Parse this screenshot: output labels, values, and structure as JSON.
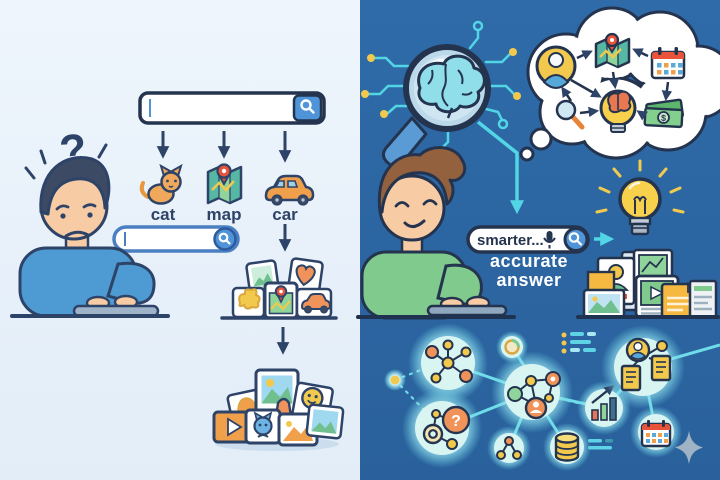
{
  "scene": {
    "left": {
      "background": "#e9f1fa",
      "style": "keyword-search-confusion",
      "confusion_mark": "?",
      "search_bar_top": {
        "value": "",
        "button_icon": "search-icon"
      },
      "keywords": [
        {
          "label": "cat",
          "icon": "cat-icon"
        },
        {
          "label": "map",
          "icon": "map-icon"
        },
        {
          "label": "car",
          "icon": "car-icon"
        }
      ],
      "search_bar_bottom": {
        "value": "",
        "button_icon": "search-icon"
      },
      "result_cards": [
        "puzzle-card",
        "photo-card",
        "heart-card",
        "map-pin-card",
        "car-card"
      ],
      "result_pile": [
        "video-card",
        "cat-card",
        "mountain-photo-card",
        "smiley-card",
        "blob-card",
        "thumbnail-card"
      ]
    },
    "right": {
      "background": "#2d68a5",
      "style": "ai-semantic-search",
      "search_bar": {
        "value": "smarter...",
        "mic_icon": "microphone-icon",
        "button_icon": "search-icon"
      },
      "result_label_line1": "accurate",
      "result_label_line2": "answer",
      "thought_bubble_icons": [
        "user-icon",
        "map-icon",
        "calendar-icon",
        "magnifier-icon",
        "idea-brain-bulb-icon",
        "money-icon"
      ],
      "money_symbol": "$",
      "graph_question_mark": "?",
      "knowledge_graph_icons": [
        "network-cluster-icon",
        "question-node-icon",
        "user-network-icon",
        "bar-chart-icon",
        "user-documents-icon",
        "database-icon",
        "calendar-icon",
        "list-icon",
        "sparkle-icon"
      ],
      "header_icons": [
        "brain-magnifier-icon",
        "circuit-icon"
      ],
      "side_icons": [
        "lightbulb-icon",
        "documents-stack-icon"
      ]
    }
  },
  "colors": {
    "outline_navy": "#2e4368",
    "accent_cyan": "#52d5e5",
    "button_blue": "#4f94d8",
    "node_yellow": "#f2c94c",
    "accent_orange": "#f0935a",
    "money_green": "#74c77e",
    "left_bg": "#e9f1fa",
    "right_bg": "#2d68a5"
  }
}
